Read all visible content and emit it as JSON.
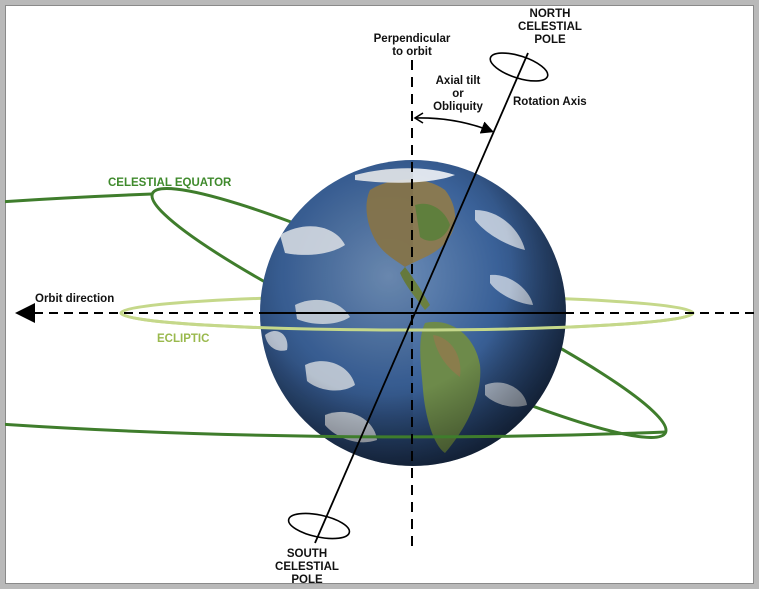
{
  "labels": {
    "north_pole": [
      "NORTH",
      "CELESTIAL",
      "POLE"
    ],
    "south_pole": [
      "SOUTH",
      "CELESTIAL",
      "POLE"
    ],
    "perpendicular": [
      "Perpendicular",
      "to orbit"
    ],
    "axial_tilt": [
      "Axial tilt",
      "or",
      "Obliquity"
    ],
    "rotation_axis": "Rotation Axis",
    "celestial_equator": "CELESTIAL EQUATOR",
    "orbit_direction": "Orbit direction",
    "ecliptic": "ECLIPTIC"
  },
  "colors": {
    "celestial_equator": "#3f7d2c",
    "ecliptic": "#c5d88a",
    "lines": "#000000",
    "ocean": "#2f5e9c",
    "land": "#6d8a4a"
  }
}
